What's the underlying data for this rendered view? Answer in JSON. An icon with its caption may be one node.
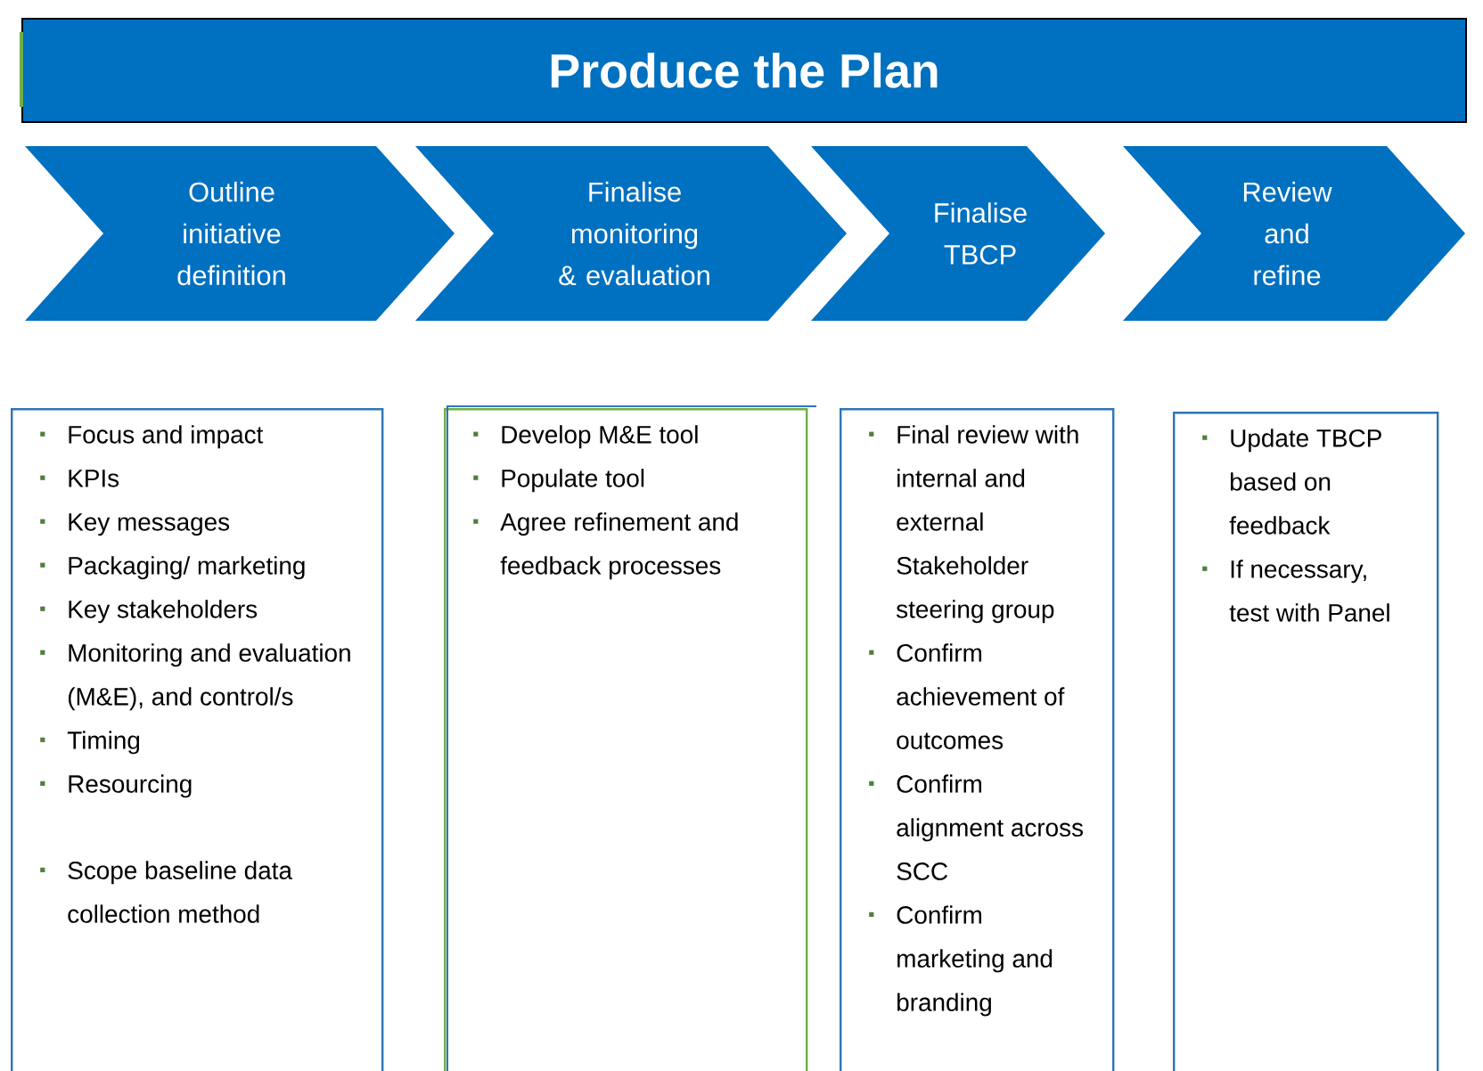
{
  "diagram": {
    "nodes": [
      {
        "text": [
          "Produce the Plan"
        ]
      },
      {
        "text": [
          "Outline initiative definition"
        ]
      },
      {
        "text": [
          "Finalise monitoring & evaluation"
        ]
      },
      {
        "text": [
          "Finalise TBCP"
        ]
      },
      {
        "text": [
          "Review and refine"
        ]
      },
      {
        "text": [
          "Focus and impact",
          "KPIs",
          "Key messages",
          "Packaging/ marketing",
          "Key stakeholders",
          "Monitoring and evaluation (M&E), and control/s",
          "Timing",
          "Resourcing",
          "Scope baseline data collection method"
        ]
      },
      {
        "text": [
          "Develop M&E tool",
          "Populate tool",
          "Agree refinement and feedback processes"
        ]
      },
      {
        "text": [
          "Final review with internal and external Stakeholder steering group",
          "Confirm achievement of outcomes",
          "Confirm alignment across SCC",
          "Confirm marketing and branding"
        ]
      },
      {
        "text": [
          "Update TBCP based on feedback",
          "If necessary, test with Panel"
        ]
      }
    ]
  }
}
